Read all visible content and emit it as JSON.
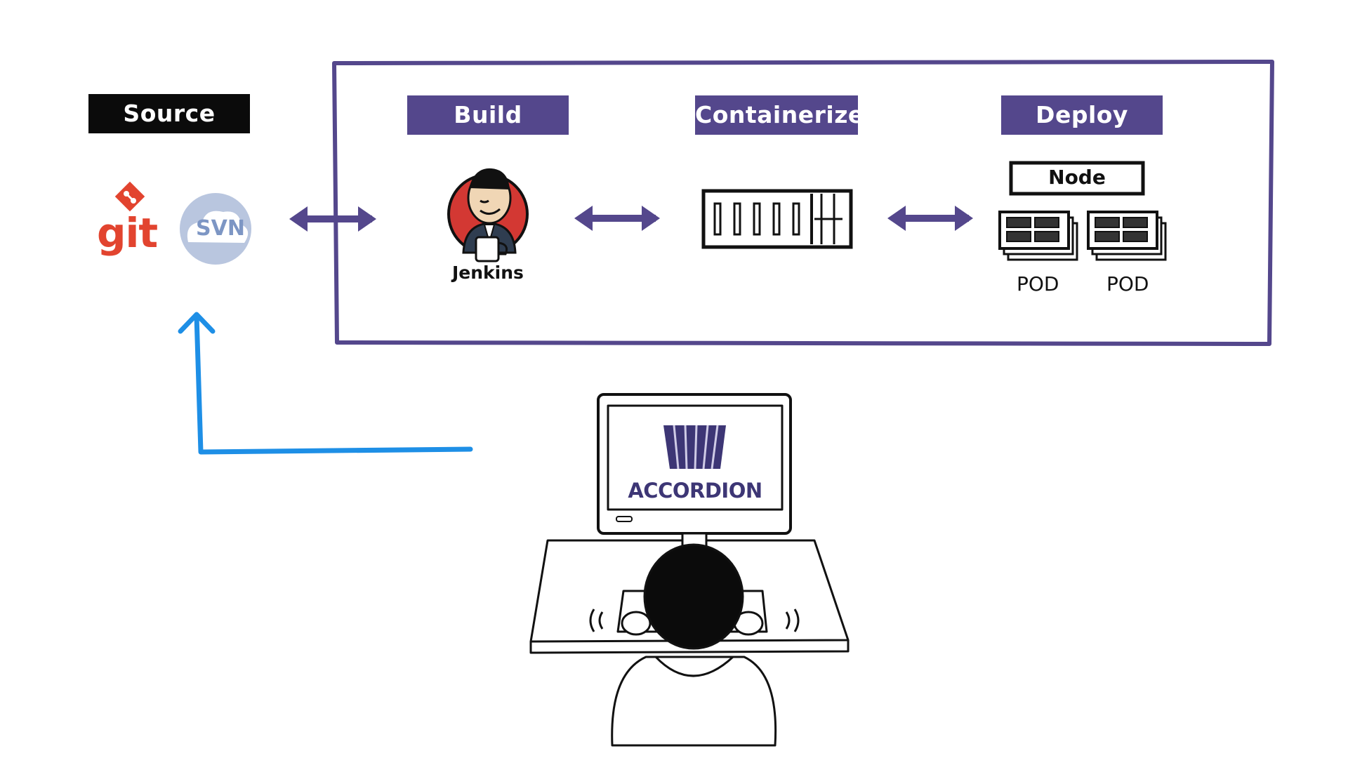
{
  "stages": {
    "source": "Source",
    "build": "Build",
    "containerize": "Containerize",
    "deploy": "Deploy"
  },
  "source_tools": {
    "git": "git",
    "svn": "SVN"
  },
  "build_tool": "Jenkins",
  "deploy": {
    "node_label": "Node",
    "pods": [
      "POD",
      "POD"
    ]
  },
  "workstation": {
    "screen_brand": "ACCORDION"
  },
  "icons": {
    "git": "git-logo-icon",
    "svn": "svn-cloud-icon",
    "jenkins": "jenkins-butler-icon",
    "container": "container-icon",
    "pod": "pod-stack-icon",
    "brand": "accordion-logo-icon",
    "developer": "developer-at-computer-icon"
  },
  "colors": {
    "purple": "#54478c",
    "black": "#0b0b0b",
    "git_red": "#e2442f",
    "svn_blue": "#7d96c4",
    "feedback_blue": "#1e8fe6"
  }
}
